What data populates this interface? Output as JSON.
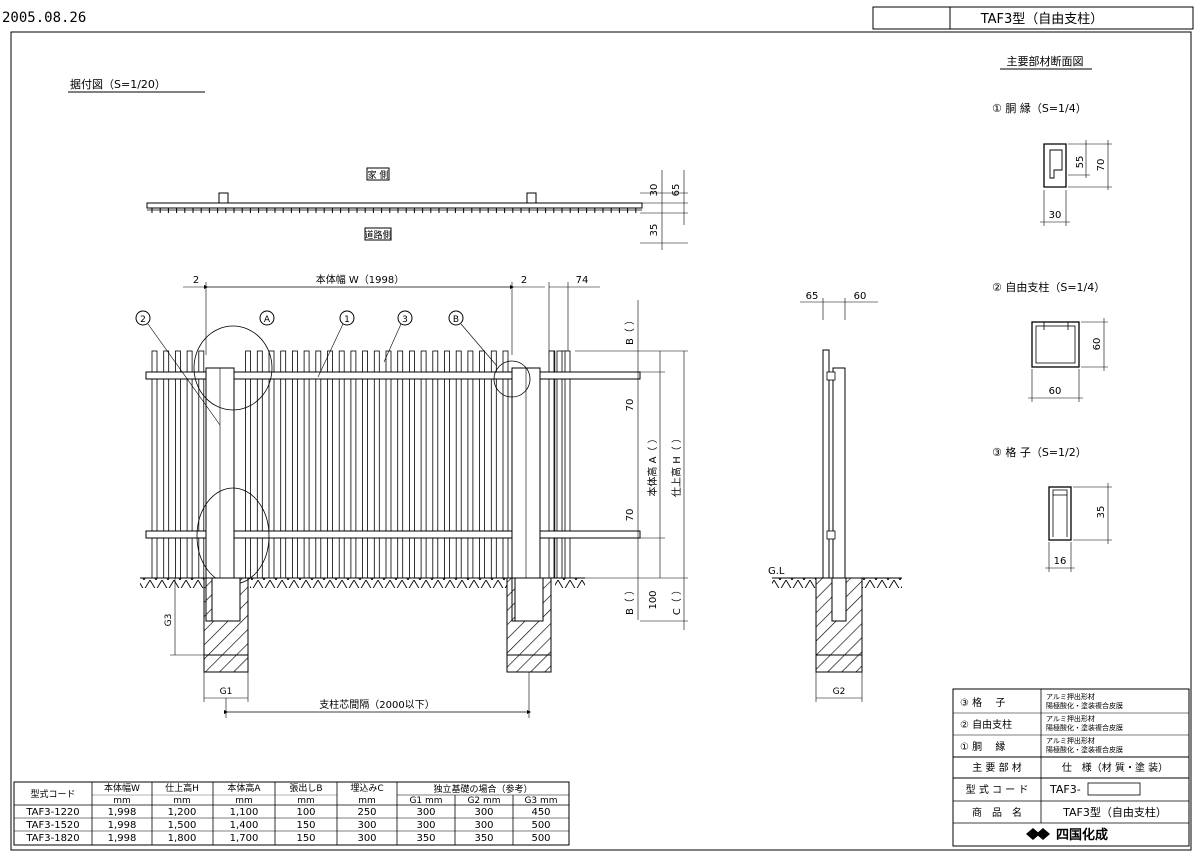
{
  "header": {
    "date": "2005.08.26",
    "model_title": "TAF3型（自由支柱）"
  },
  "installation_view": {
    "title": "据付図（S=1/20）",
    "house_side": "家 側",
    "road_side": "道路側",
    "dim_top_30": "30",
    "dim_top_65": "65",
    "dim_top_35": "35",
    "width_label": "本体幅 W（1998）",
    "gap_left": "2",
    "gap_right": "2",
    "dim_74": "74",
    "callout_2": "②",
    "callout_A": "Ⓐ",
    "callout_1": "①",
    "callout_3": "③",
    "callout_B": "Ⓑ",
    "dim_B_top": "B（ ）",
    "dim_70_top": "70",
    "dim_body_height": "本体高 A（ ）",
    "dim_finish_height": "仕上高 H（ ）",
    "dim_70_bottom": "70",
    "dim_B_bottom": "B（ ）",
    "dim_100": "100",
    "dim_C": "C（ ）",
    "g3": "G3",
    "g1": "G1",
    "post_pitch": "支柱芯間隔（2000以下）"
  },
  "side_view": {
    "dim_65": "65",
    "dim_60": "60",
    "gl": "G.L",
    "g2": "G2"
  },
  "sections": {
    "title": "主要部材断面図",
    "s1_label": "① 胴 縁（S=1/4）",
    "s1_dim_55": "55",
    "s1_dim_70": "70",
    "s1_dim_30": "30",
    "s2_label": "② 自由支柱（S=1/4）",
    "s2_dim_60h": "60",
    "s2_dim_60w": "60",
    "s3_label": "③ 格 子（S=1/2）",
    "s3_dim_35": "35",
    "s3_dim_16": "16"
  },
  "spec_table": {
    "headers": [
      "型式コード",
      "本体幅W",
      "仕上高H",
      "本体高A",
      "張出しB",
      "埋込みC",
      "独立基礎の場合（参考）"
    ],
    "units": [
      "mm",
      "mm",
      "mm",
      "mm",
      "mm",
      "G1 mm",
      "G2 mm",
      "G3 mm"
    ],
    "rows": [
      [
        "TAF3-1220",
        "1,998",
        "1,200",
        "1,100",
        "100",
        "250",
        "300",
        "300",
        "450"
      ],
      [
        "TAF3-1520",
        "1,998",
        "1,500",
        "1,400",
        "150",
        "300",
        "300",
        "300",
        "500"
      ],
      [
        "TAF3-1820",
        "1,998",
        "1,800",
        "1,700",
        "150",
        "300",
        "350",
        "350",
        "500"
      ]
    ]
  },
  "title_block": {
    "part3": "③ 格　 子",
    "part3_spec1": "アルミ押出形材",
    "part3_spec2": "陽極酸化・塗装複合皮膜",
    "part2": "② 自由支柱",
    "part2_spec1": "アルミ押出形材",
    "part2_spec2": "陽極酸化・塗装複合皮膜",
    "part1": "① 胴　 縁",
    "part1_spec1": "アルミ押出形材",
    "part1_spec2": "陽極酸化・塗装複合皮膜",
    "main_parts": "主 要 部 材",
    "spec_header": "仕　様（材 質・塗 装）",
    "model_code_label": "型 式 コ ー ド",
    "model_code_value": "TAF3-",
    "product_name_label": "商　品　名",
    "product_name_value": "TAF3型（自由支柱）",
    "company": "四国化成"
  }
}
